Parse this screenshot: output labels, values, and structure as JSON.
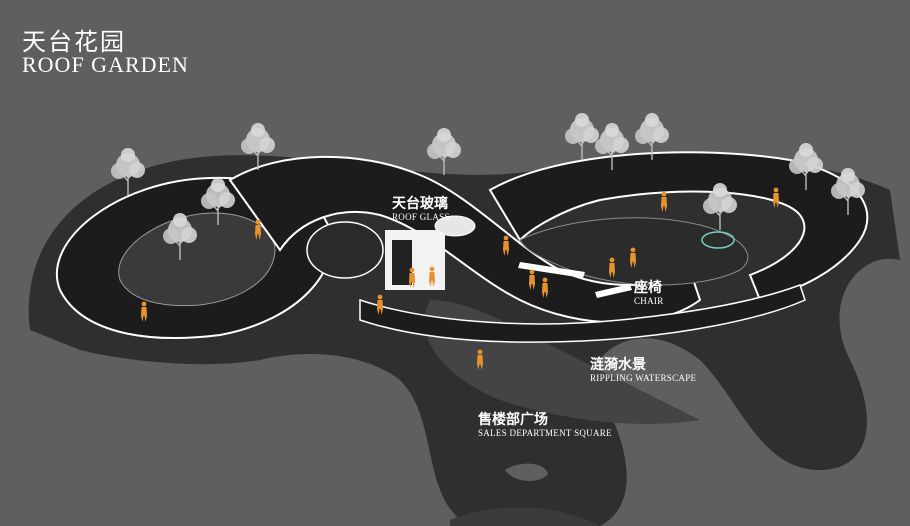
{
  "title": {
    "cn": "天台花园",
    "en": "ROOF GARDEN"
  },
  "labels": {
    "roof_glass": {
      "cn": "天台玻璃",
      "en": "ROOF GLASS"
    },
    "chair": {
      "cn": "座椅",
      "en": "CHAIR"
    },
    "waterscape": {
      "cn": "涟漪水景",
      "en": "RIPPLING WATERSCAPE"
    },
    "sales_square": {
      "cn": "售楼部广场",
      "en": "SALES DEPARTMENT SQUARE"
    }
  },
  "colors": {
    "background": "#5f5f5f",
    "ground": "#2e2e2e",
    "deck": "#1c1c1c",
    "deck_edge": "#ffffff",
    "tree": "#cfcfcf",
    "figure": "#e6922e"
  }
}
